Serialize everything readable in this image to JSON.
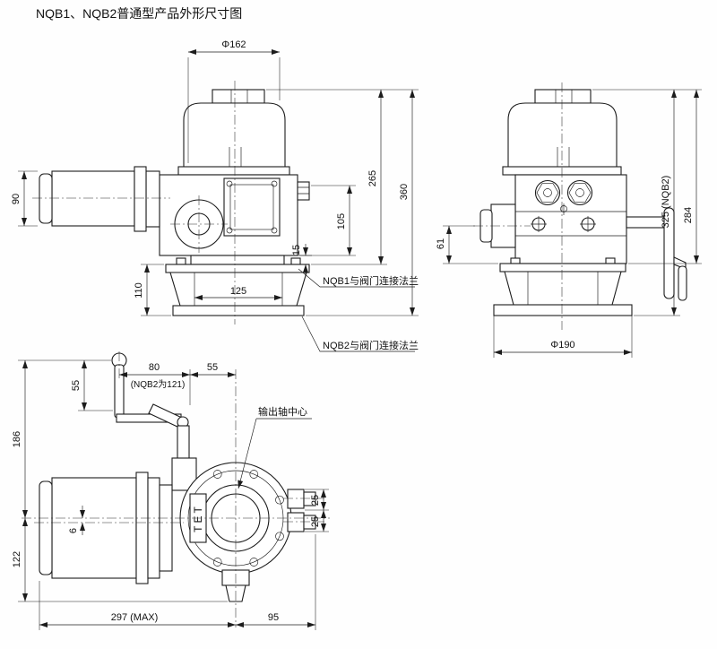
{
  "title": "NQB1、NQB2普通型产品外形尺寸图",
  "front_view": {
    "dim_phi162": "Φ162",
    "dim_265": "265",
    "dim_360": "360",
    "dim_105": "105",
    "dim_15": "15",
    "dim_90": "90",
    "dim_110": "110",
    "dim_125": "125",
    "label_nqb1_flange": "NQB1与阀门连接法兰",
    "label_nqb2_flange": "NQB2与阀门连接法兰"
  },
  "side_view": {
    "dim_325": "325 (NQB2)",
    "dim_284": "284",
    "dim_61": "61",
    "dim_phi190": "Φ190"
  },
  "top_view": {
    "dim_80": "80",
    "dim_80_note": "(NQB2为121)",
    "dim_55_horizontal": "55",
    "dim_55_vertical": "55",
    "dim_186": "186",
    "dim_122": "122",
    "dim_6": "6",
    "dim_25_upper": "25",
    "dim_25_lower": "25",
    "dim_297": "297 (MAX)",
    "dim_95": "95",
    "label_output_shaft_center": "输出轴中心",
    "brand_mark": "TET"
  }
}
